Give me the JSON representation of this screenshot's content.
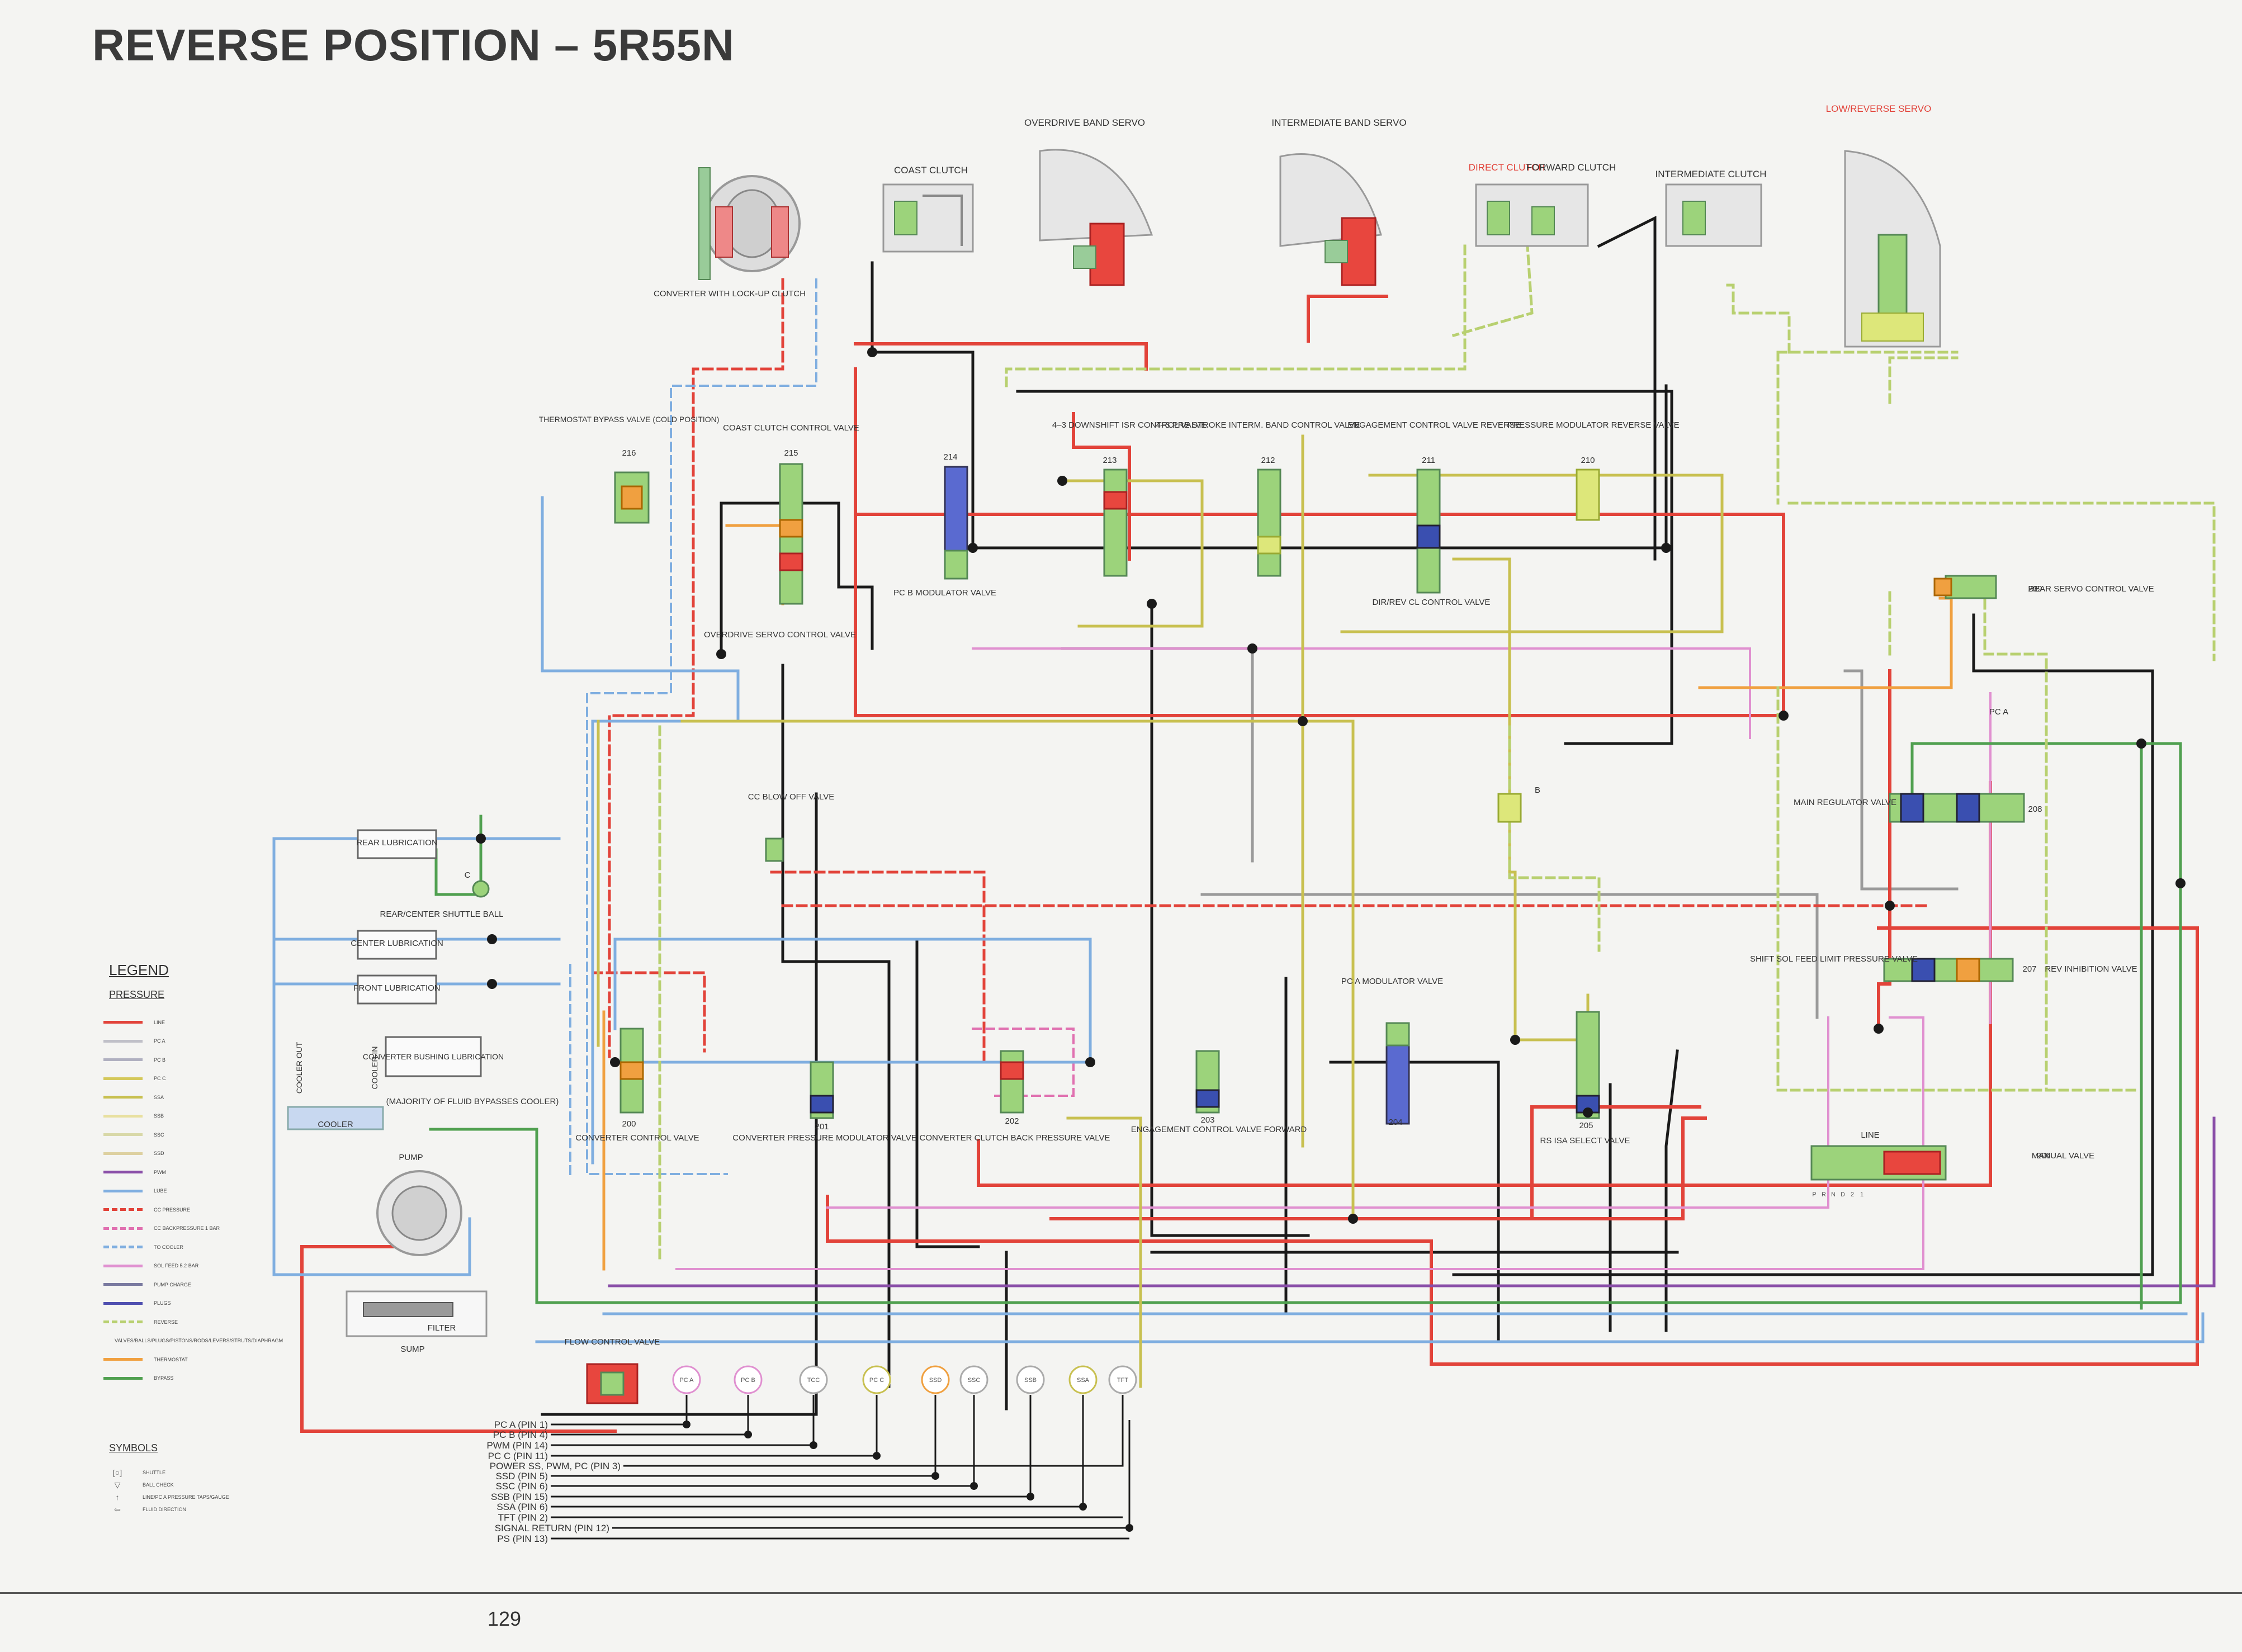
{
  "title": "REVERSE POSITION – 5R55N",
  "page_number": "129",
  "components": {
    "converter": "CONVERTER WITH LOCK-UP CLUTCH",
    "coast_clutch": "COAST CLUTCH",
    "overdrive_band_servo": "OVERDRIVE BAND SERVO",
    "intermediate_band_servo": "INTERMEDIATE BAND SERVO",
    "direct_clutch": "DIRECT CLUTCH",
    "forward_clutch": "FORWARD CLUTCH",
    "intermediate_clutch": "INTERMEDIATE CLUTCH",
    "low_reverse_servo": "LOW/REVERSE SERVO",
    "thermostat_bypass": "THERMOSTAT BYPASS VALVE (COLD POSITION)",
    "coast_clutch_control": "COAST CLUTCH CONTROL VALVE",
    "pc_b_modulator": "PC B MODULATOR VALVE",
    "downshift_isr": "4–3 DOWNSHIFT ISR CONTROL VALVE",
    "prestroke": "4–3 PRE STROKE INTERM. BAND CONTROL VALVE",
    "engagement_reverse": "ENGAGEMENT CONTROL VALVE REVERSE",
    "pressure_modulator_reverse": "PRESSURE MODULATOR REVERSE VALVE",
    "dir_rev": "DIR/REV CL CONTROL VALVE",
    "overdrive_servo_control": "OVERDRIVE SERVO CONTROL VALVE",
    "rear_servo_control": "REAR SERVO CONTROL VALVE",
    "main_regulator": "MAIN REGULATOR VALVE",
    "shift_sol_feed": "SHIFT SOL FEED LIMIT PRESSURE VALVE",
    "rev_inhibition": "REV INHIBITION VALVE",
    "manual_valve": "MANUAL VALVE",
    "cc_blow_off": "CC BLOW OFF VALVE",
    "rear_lubrication": "REAR LUBRICATION",
    "rear_center_shuttle": "REAR/CENTER SHUTTLE BALL",
    "center_lubrication": "CENTER LUBRICATION",
    "front_lubrication": "FRONT LUBRICATION",
    "converter_bushing": "CONVERTER BUSHING LUBRICATION",
    "majority_bypass": "(MAJORITY OF FLUID BYPASSES COOLER)",
    "cooler": "COOLER",
    "cooler_out": "COOLER OUT",
    "cooler_in": "COOLER IN",
    "converter_control": "CONVERTER CONTROL VALVE",
    "converter_pressure_modulator": "CONVERTER PRESSURE MODULATOR VALVE",
    "converter_clutch_back": "CONVERTER CLUTCH BACK PRESSURE VALVE",
    "engagement_forward": "ENGAGEMENT CONTROL VALVE FORWARD",
    "pc_a_modulator": "PC A MODULATOR VALVE",
    "rs_isa_select": "RS ISA SELECT VALVE",
    "pump": "PUMP",
    "filter": "FILTER",
    "sump": "SUMP",
    "flow_control": "FLOW CONTROL VALVE",
    "line": "LINE",
    "pc_a_tap": "PC A",
    "b_tap": "B",
    "c_label": "C"
  },
  "valve_numbers": [
    "216",
    "215",
    "214",
    "213",
    "212",
    "211",
    "210",
    "209",
    "208",
    "207",
    "206",
    "205",
    "204",
    "203",
    "202",
    "201",
    "200"
  ],
  "sensors": [
    "PC A",
    "PC B",
    "TCC",
    "PC C",
    "SSD",
    "SSC",
    "SSB",
    "SSA",
    "TFT"
  ],
  "pins": [
    "PC A (PIN 1)",
    "PC B (PIN 4)",
    "PWM (PIN 14)",
    "PC C (PIN 11)",
    "POWER SS, PWM, PC (PIN 3)",
    "SSD (PIN 5)",
    "SSC (PIN 6)",
    "SSB (PIN 15)",
    "SSA (PIN 6)",
    "TFT (PIN 2)",
    "SIGNAL RETURN (PIN 12)",
    "PS (PIN 13)"
  ],
  "manual_positions": [
    "P",
    "R",
    "N",
    "D",
    "2",
    "1"
  ],
  "legend": {
    "title": "LEGEND",
    "subtitle": "PRESSURE",
    "items": [
      {
        "label": "LINE",
        "color": "#e2433a",
        "dashed": false
      },
      {
        "label": "PC A",
        "color": "#c0c0c8",
        "dashed": false
      },
      {
        "label": "PC B",
        "color": "#b0b0c0",
        "dashed": false
      },
      {
        "label": "PC C",
        "color": "#d4c85a",
        "dashed": false
      },
      {
        "label": "SSA",
        "color": "#c8c050",
        "dashed": false
      },
      {
        "label": "SSB",
        "color": "#e8e0a0",
        "dashed": false
      },
      {
        "label": "SSC",
        "color": "#d8d8a8",
        "dashed": false
      },
      {
        "label": "SSD",
        "color": "#ddd0a0",
        "dashed": false
      },
      {
        "label": "PWM",
        "color": "#8a4fa8",
        "dashed": false
      },
      {
        "label": "LUBE",
        "color": "#7faee0",
        "dashed": false
      },
      {
        "label": "CC PRESSURE",
        "color": "#e2433a",
        "dashed": true
      },
      {
        "label": "CC BACKPRESSURE 1 BAR",
        "color": "#e070b0",
        "dashed": true
      },
      {
        "label": "TO COOLER",
        "color": "#7faee0",
        "dashed": true
      },
      {
        "label": "SOL FEED 5.2 BAR",
        "color": "#e090d0",
        "dashed": false
      },
      {
        "label": "PUMP CHARGE",
        "color": "#7a7aa0",
        "dashed": false
      },
      {
        "label": "PLUGS",
        "color": "#5050b0",
        "dashed": false
      },
      {
        "label": "REVERSE",
        "color": "#b8d070",
        "dashed": true
      },
      {
        "label": "VALVES/BALLS/PLUGS/PISTONS/RODS/LEVERS/STRUTS/DIAPHRAGM",
        "color": "#80c060",
        "dashed": false
      },
      {
        "label": "THERMOSTAT",
        "color": "#f0a040",
        "dashed": false
      },
      {
        "label": "BYPASS",
        "color": "#50a050",
        "dashed": false
      }
    ]
  },
  "symbols": {
    "title": "SYMBOLS",
    "items": [
      {
        "glyph": "[○]",
        "label": "SHUTTLE"
      },
      {
        "glyph": "▽",
        "label": "BALL CHECK"
      },
      {
        "glyph": "↑",
        "label": "LINE/PC A PRESSURE TAPS/GAUGE"
      },
      {
        "glyph": "⇦",
        "label": "FLUID DIRECTION"
      }
    ]
  },
  "colors": {
    "line": "#e2433a",
    "lube": "#7faee0",
    "sol_feed": "#e090d0",
    "reverse": "#b8d070",
    "ssa": "#c8c050",
    "thermostat": "#f0a040",
    "bypass": "#50a050",
    "black": "#1a1a1a",
    "grey": "#9a9a9a",
    "highlight_red": "#e84a4a"
  }
}
